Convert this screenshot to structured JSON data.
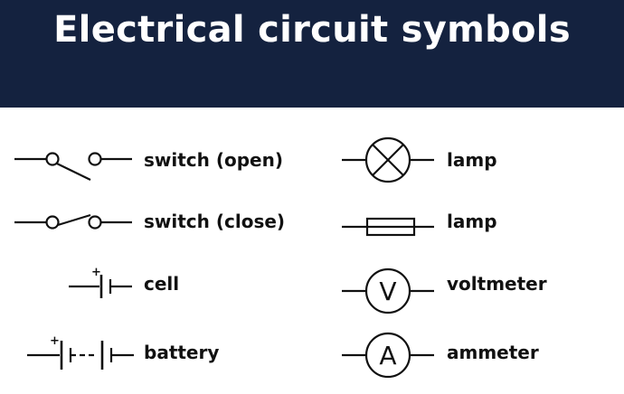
{
  "title": "Electrical circuit symbols",
  "colors": {
    "header_bg": "#14223f",
    "header_text": "#ffffff",
    "symbol": "#111111"
  },
  "symbols": [
    {
      "icon": "switch-open-icon",
      "label": "switch (open)"
    },
    {
      "icon": "switch-closed-icon",
      "label": "switch (close)"
    },
    {
      "icon": "cell-icon",
      "label": "cell",
      "sign": "+"
    },
    {
      "icon": "battery-icon",
      "label": "battery",
      "sign": "+"
    },
    {
      "icon": "lamp-cross-icon",
      "label": "lamp"
    },
    {
      "icon": "lamp-filament-icon",
      "label": "lamp"
    },
    {
      "icon": "voltmeter-icon",
      "label": "voltmeter",
      "letter": "V"
    },
    {
      "icon": "ammeter-icon",
      "label": "ammeter",
      "letter": "A"
    }
  ]
}
